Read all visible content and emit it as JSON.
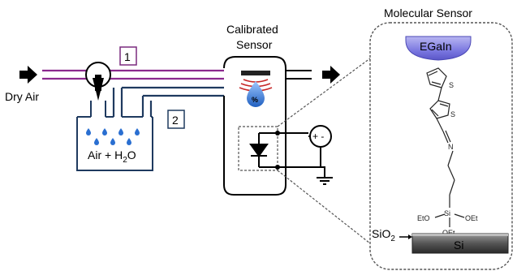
{
  "labels": {
    "dry_air": "Dry Air",
    "path_1": "1",
    "path_2": "2",
    "bubbler_base": "Air + H",
    "bubbler_sub": "2",
    "bubbler_tail": "O",
    "calibrated_line1": "Calibrated",
    "calibrated_line2": "Sensor",
    "molecular_title": "Molecular Sensor",
    "egain": "EGaIn",
    "si": "Si",
    "sio2_base": "SiO",
    "sio2_sub": "2",
    "plus_minus": "+ -",
    "percent": "%",
    "thiophene_s1": "S",
    "thiophene_s2": "S",
    "imine_n": "N",
    "silicon_atom": "Si",
    "eto_left": "EtO",
    "oet_right": "OEt",
    "oet_bottom": "OEt"
  },
  "colors": {
    "purple_line": "#8b2a8e",
    "navy_line": "#1f3a5f",
    "box_label_1": "#7a2a7e",
    "box_label_2": "#1f3a5f",
    "droplet": "#2a6fd1",
    "egain_fill": "#7b78e0",
    "si_fill": "#555555",
    "wave_red": "#c62828"
  }
}
